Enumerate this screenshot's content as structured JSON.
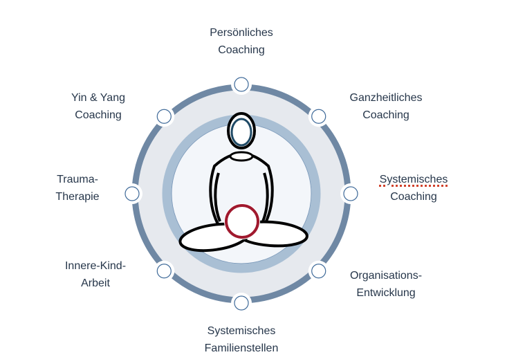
{
  "diagram": {
    "colors": {
      "outer_ring": "#6f88a4",
      "outer_fill": "#e6e9ee",
      "inner_ring": "#a9bfd4",
      "inner_fill": "#f3f6fa",
      "node_border": "#3f6a99",
      "chakra": "#a0192e",
      "text": "#26364a"
    },
    "labels": [
      {
        "line1": "Persönliches",
        "line2": "Coaching"
      },
      {
        "line1": "Ganzheitliches",
        "line2": "Coaching"
      },
      {
        "line1": "Systemisches",
        "line2": "Coaching"
      },
      {
        "line1": "Organisations-",
        "line2": "Entwicklung"
      },
      {
        "line1": "Systemisches",
        "line2": "Familienstellen"
      },
      {
        "line1": "Innere-Kind-",
        "line2": "Arbeit"
      },
      {
        "line1": "Trauma-",
        "line2": "Therapie"
      },
      {
        "line1": "Yin & Yang",
        "line2": "Coaching"
      }
    ]
  }
}
